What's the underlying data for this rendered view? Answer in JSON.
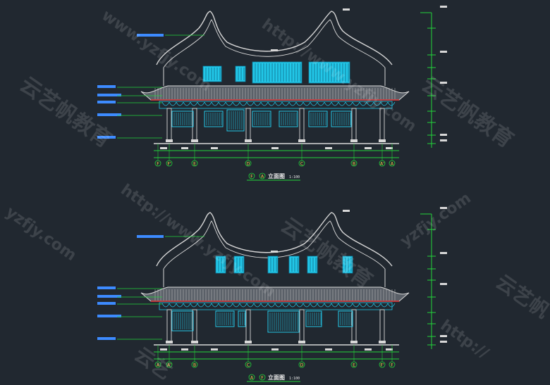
{
  "drawings": [
    {
      "title_a": "F",
      "title_b": "A",
      "title_text": "立面图",
      "scale": "1:100",
      "axes": [
        "F",
        "F'",
        "E",
        "D",
        "C",
        "B",
        "A'",
        "A"
      ]
    },
    {
      "title_a": "A",
      "title_b": "F",
      "title_text": "立面图",
      "scale": "1:100",
      "axes": [
        "A",
        "A'",
        "B",
        "C",
        "D",
        "E",
        "F'",
        "F"
      ]
    }
  ],
  "watermarks": [
    "www.yzfjy.com",
    "http://www.yzfjy.com",
    "云艺帆教育",
    "云艺帆教育",
    "云艺帆教育",
    "http://www.yzfjy.com",
    "yzfjy.com",
    "http://",
    "yzfjy.com",
    "云艺帆",
    "云艺"
  ],
  "colors": {
    "background": "#212830",
    "outline": "#d8d8d8",
    "window": "#22c7e8",
    "dimension": "#22d43a",
    "label": "#3d8bff",
    "accent_red": "#e83a3a"
  }
}
